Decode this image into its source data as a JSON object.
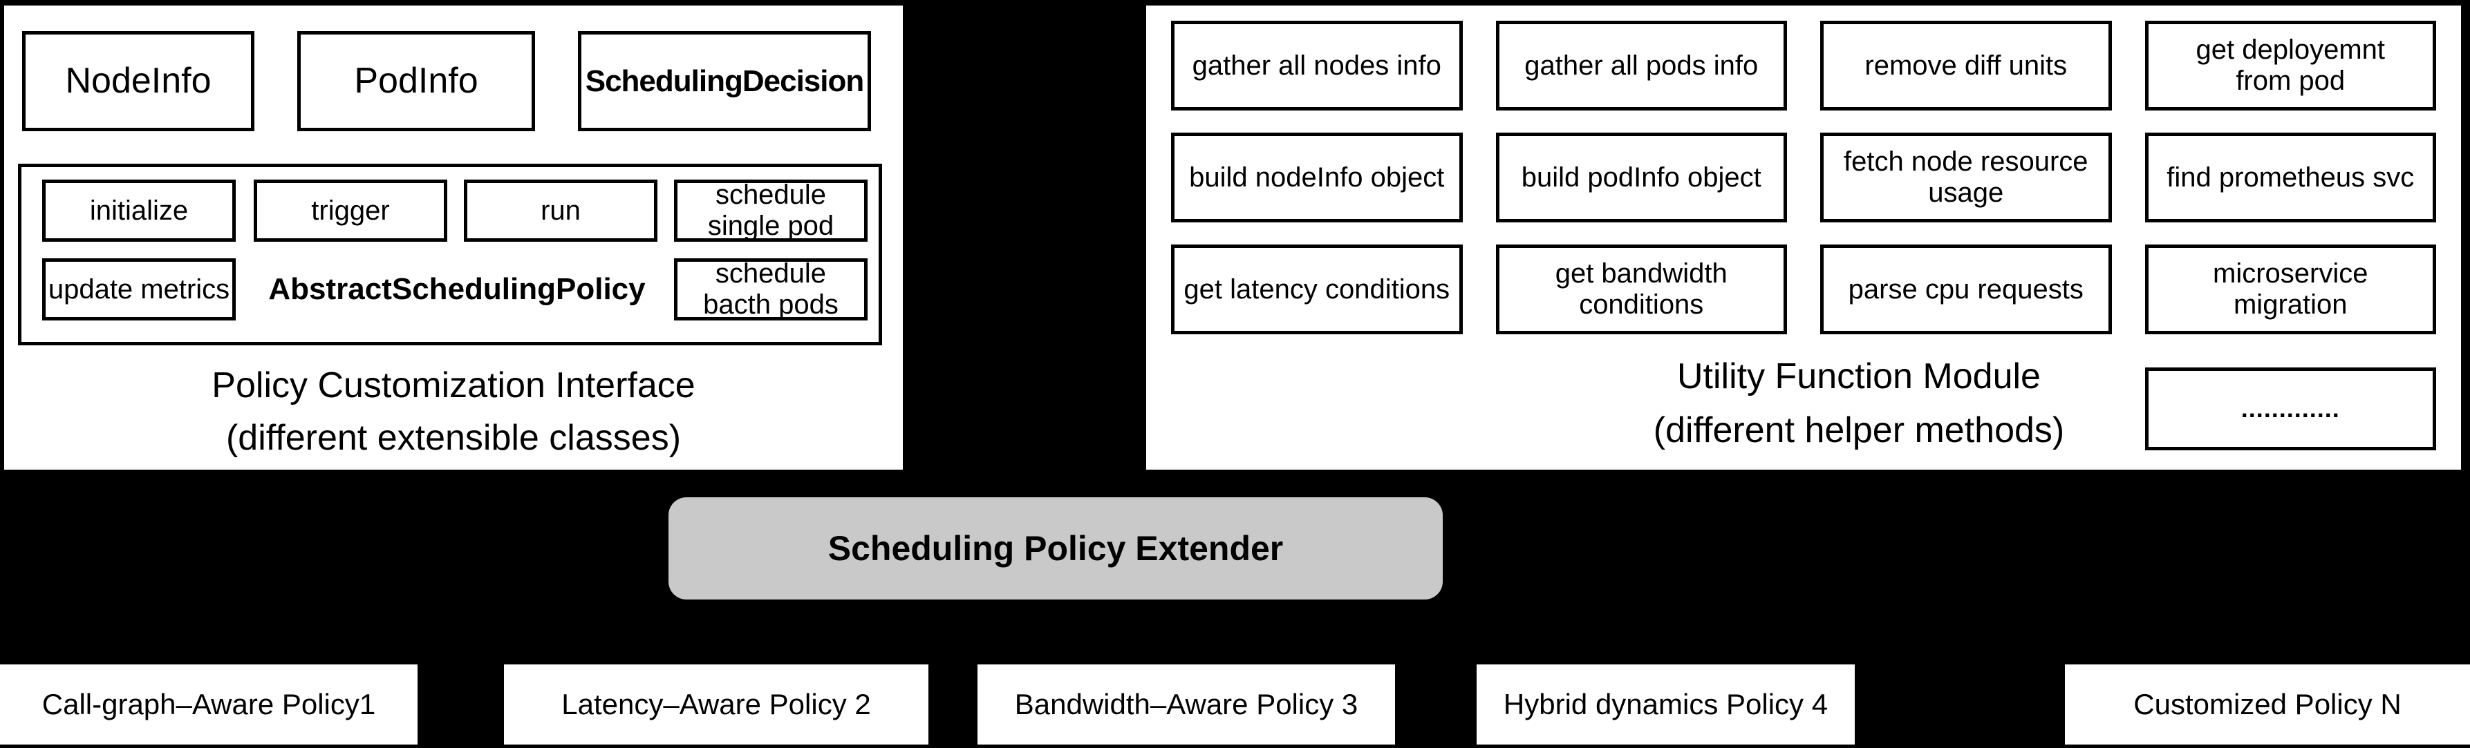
{
  "diagram": {
    "background_color": "#000000",
    "panel_color": "#ffffff",
    "line_color": "#000000",
    "extender_fill": "#c9c9c9"
  },
  "left_panel": {
    "caption": "Policy Customization Interface\n(different extensible classes)",
    "class_boxes": [
      "NodeInfo",
      "PodInfo",
      "SchedulingDecision"
    ],
    "abstract_class": "AbstractSchedulingPolicy",
    "method_boxes": [
      "initialize",
      "trigger",
      "run",
      "schedule\nsingle pod",
      "update metrics",
      "schedule\nbacth pods"
    ]
  },
  "right_panel": {
    "caption": "Utility Function Module\n(different helper methods)",
    "utility_boxes": [
      "gather all nodes info",
      "gather all pods info",
      "remove diff units",
      "get deployemnt\nfrom pod",
      "build nodeInfo object",
      "build podInfo object",
      "fetch node resource\nusage",
      "find prometheus svc",
      "get latency conditions",
      "get bandwidth\nconditions",
      "parse cpu requests",
      "microservice\nmigration"
    ],
    "ellipsis_box": "............."
  },
  "extender": {
    "label": "Scheduling Policy Extender"
  },
  "policy_boxes": [
    "Call-graph–Aware Policy1",
    "Latency–Aware Policy 2",
    "Bandwidth–Aware Policy 3",
    "Hybrid dynamics Policy 4",
    "Customized Policy N"
  ]
}
